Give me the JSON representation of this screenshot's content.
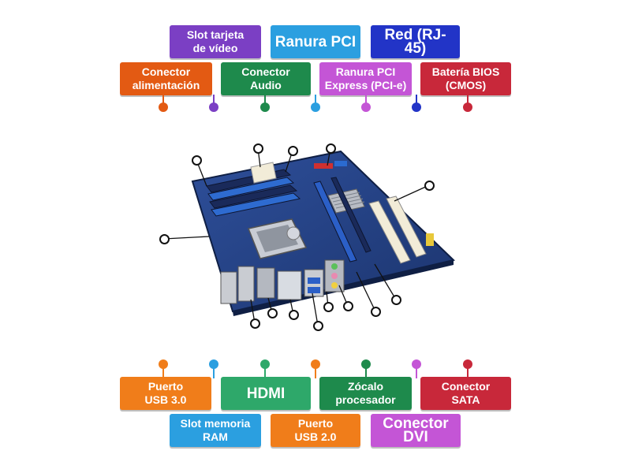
{
  "top_labels": [
    {
      "id": "alimentacion",
      "text": "Conector\nalimentación",
      "color": "#e35a13"
    },
    {
      "id": "slot-video",
      "text": "Slot tarjeta\nde vídeo",
      "color": "#7b3fc4"
    },
    {
      "id": "audio",
      "text": "Conector\nAudio",
      "color": "#1e8a4c"
    },
    {
      "id": "ranura-pci",
      "text": "Ranura PCI",
      "color": "#2b9fe0"
    },
    {
      "id": "pcie",
      "text": "Ranura PCI\nExpress (PCI-e)",
      "color": "#c455d6"
    },
    {
      "id": "red",
      "text": "Red (RJ-45)",
      "color": "#2234c7"
    },
    {
      "id": "bateria",
      "text": "Batería BIOS\n(CMOS)",
      "color": "#c8283a"
    }
  ],
  "bottom_labels": [
    {
      "id": "usb3",
      "text": "Puerto\nUSB 3.0",
      "color": "#f07d1a"
    },
    {
      "id": "ram",
      "text": "Slot memoria\nRAM",
      "color": "#2b9fe0"
    },
    {
      "id": "hdmi",
      "text": "HDMI",
      "color": "#2ea86a"
    },
    {
      "id": "usb2",
      "text": "Puerto\nUSB 2.0",
      "color": "#f07d1a"
    },
    {
      "id": "zocalo",
      "text": "Zócalo\nprocesador",
      "color": "#1e8a4c"
    },
    {
      "id": "dvi",
      "text": "Conector DVI",
      "color": "#c455d6"
    },
    {
      "id": "sata",
      "text": "Conector\nSATA",
      "color": "#c8283a"
    }
  ],
  "pin_colors_top": [
    "#e35a13",
    "#7b3fc4",
    "#1e8a4c",
    "#2b9fe0",
    "#c455d6",
    "#2234c7",
    "#c8283a"
  ],
  "pin_colors_bottom": [
    "#f07d1a",
    "#2b9fe0",
    "#2ea86a",
    "#f07d1a",
    "#1e8a4c",
    "#c455d6",
    "#c8283a"
  ],
  "image": {
    "subject": "motherboard"
  },
  "hotspot_count": 14
}
